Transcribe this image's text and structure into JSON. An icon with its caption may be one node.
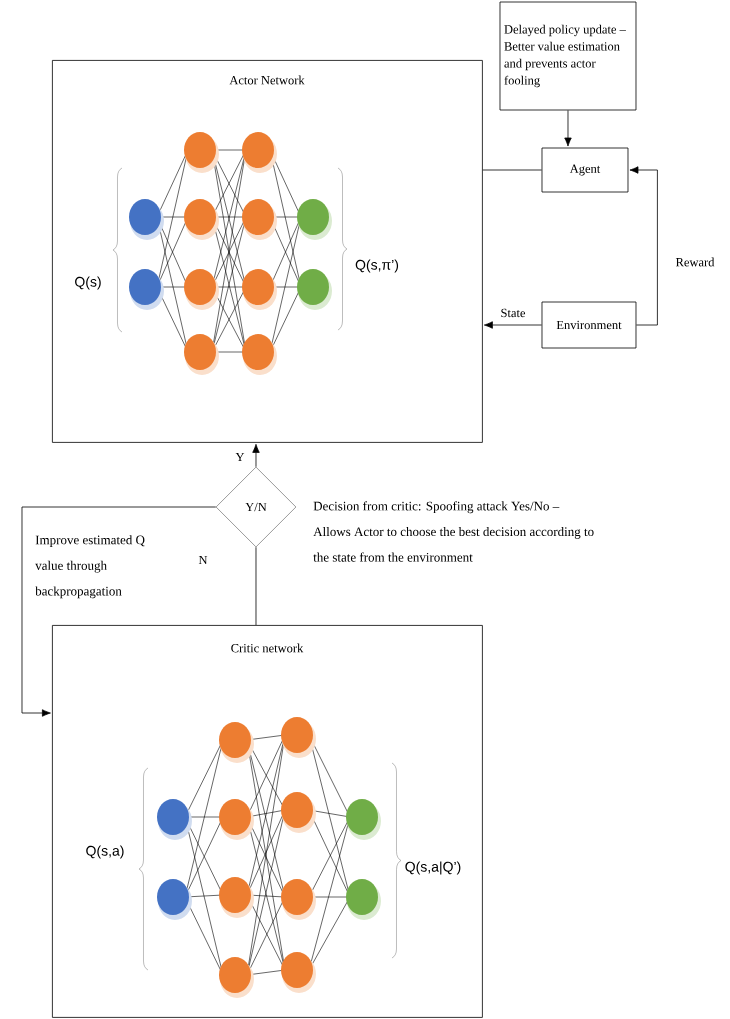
{
  "diagram": {
    "nodes": [
      {
        "text": [
          "Actor Network"
        ]
      },
      {
        "text": [
          "Delayed policy update – Better value estimation and prevents actor fooling"
        ]
      },
      {
        "text": [
          "Agent"
        ]
      },
      {
        "text": [
          "Environment"
        ]
      },
      {
        "text": [
          "Y/N"
        ],
        "beside": [
          "Decision from critic: Spoofing attack Yes/No – Allows Actor to choose the best decision according to the state from the environment"
        ]
      },
      {
        "text": [
          "Critic network"
        ]
      }
    ],
    "edges": [
      {
        "from": 1,
        "to": 2,
        "arrow": "to"
      },
      {
        "from": 2,
        "to": 0,
        "arrow": "none"
      },
      {
        "from": 3,
        "to": 2,
        "arrow": "to",
        "label": "Reward"
      },
      {
        "from": 3,
        "to": 0,
        "arrow": "to",
        "label": "State"
      },
      {
        "from": 4,
        "to": 0,
        "arrow": "to",
        "label": "Y"
      },
      {
        "from": 4,
        "to": 5,
        "arrow": "to",
        "label": "N"
      },
      {
        "from": 5,
        "to": 4,
        "arrow": "none"
      }
    ],
    "labels": [
      "Q(s)",
      "Q(s,π’)",
      "Q(s,a)",
      "Q(s,a|Q’)",
      "Improve estimated Q value through backpropagation"
    ]
  }
}
